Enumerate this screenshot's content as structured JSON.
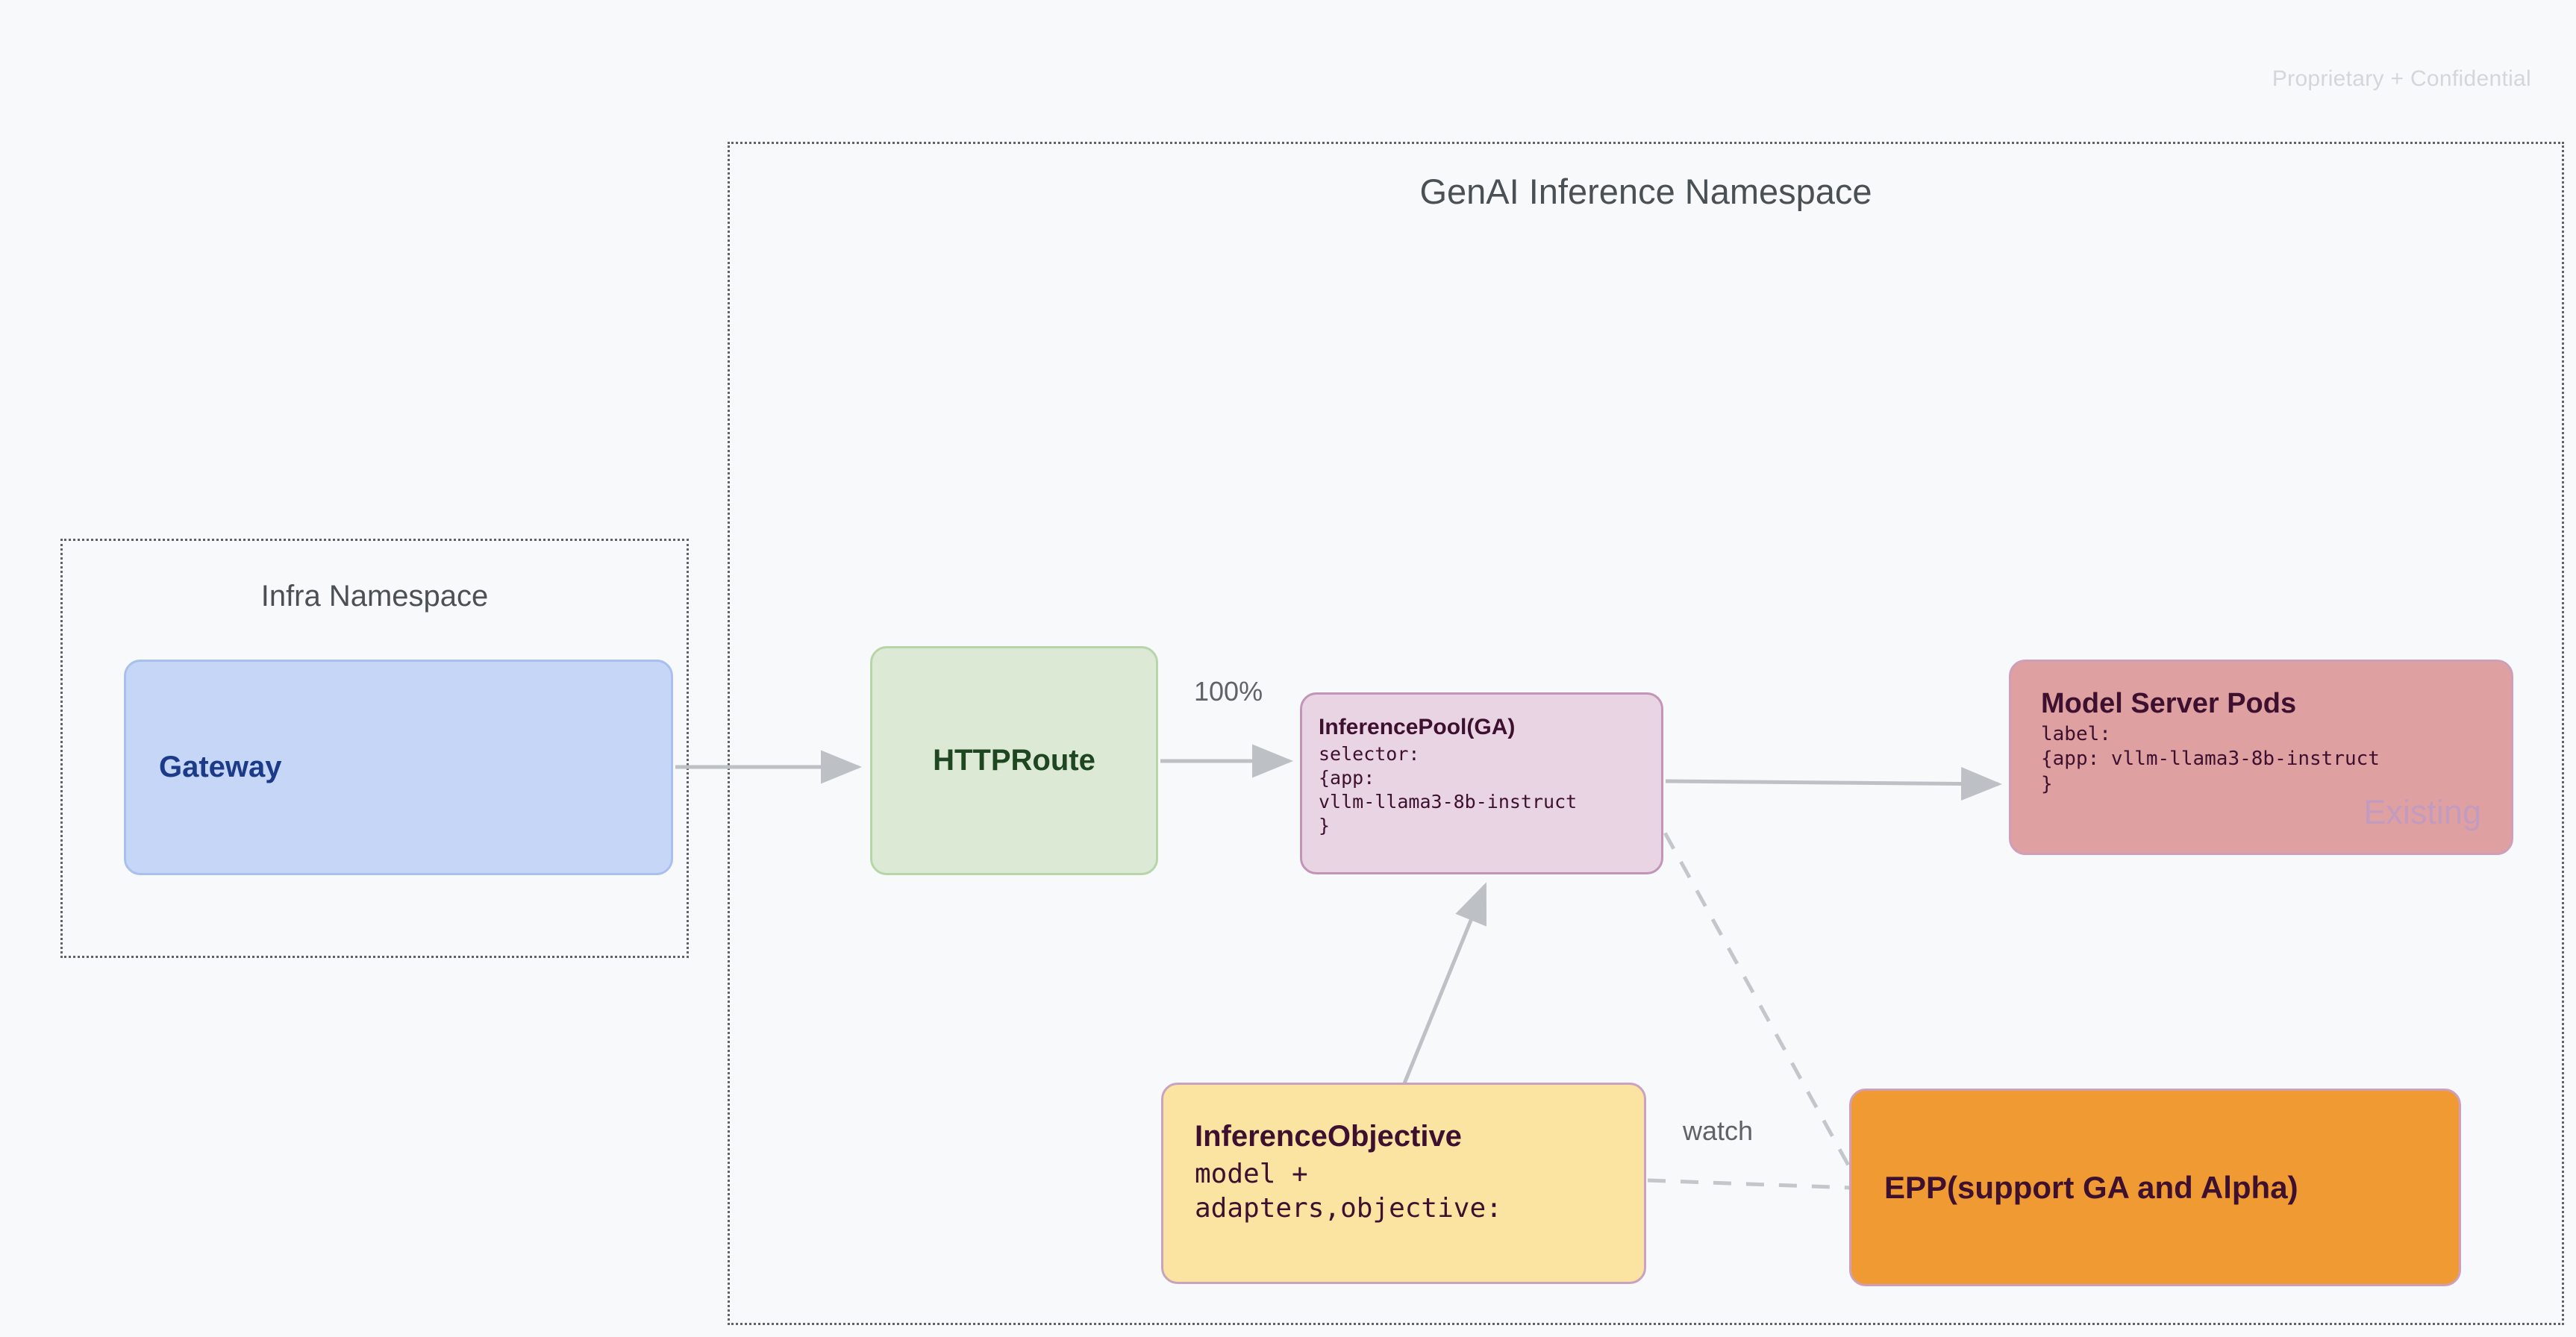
{
  "page": {
    "confidential_notice": "Proprietary + Confidential",
    "background_color": "#f7f9fb"
  },
  "namespaces": [
    {
      "id": "infra",
      "title": "Infra Namespace",
      "border_style": "dotted",
      "border_color": "#5f6368"
    },
    {
      "id": "genai",
      "title": "GenAI Inference Namespace",
      "border_style": "dotted",
      "border_color": "#5f6368"
    }
  ],
  "nodes": {
    "gateway": {
      "title": "Gateway",
      "fill": "#c5d6f7",
      "stroke": "#a9bfee",
      "text_color": "#1b3a87"
    },
    "httproute": {
      "title": "HTTPRoute",
      "fill": "#dce9d5",
      "stroke": "#b7d5a8",
      "text_color": "#1e4620"
    },
    "inferencepool": {
      "title": "InferencePool(GA)",
      "body": "selector:\n{app:\nvllm-llama3-8b-instruct\n}",
      "fill": "#e8d4e2",
      "stroke": "#c295b7",
      "text_color": "#3d1030"
    },
    "modelpods": {
      "title": "Model Server Pods",
      "body": "label:\n{app: vllm-llama3-8b-instruct\n}",
      "stamp": "Existing",
      "fill": "#dea0a0",
      "stroke": "#cf9fb9",
      "text_color": "#3d1030",
      "stamp_color": "#c39bbe"
    },
    "inferenceobjective": {
      "title": "InferenceObjective",
      "body": "model +\nadapters,objective:",
      "fill": "#fbe3a2",
      "stroke": "#c9a2c0",
      "text_color": "#3d1030"
    },
    "epp": {
      "title": "EPP(support GA and Alpha)",
      "fill": "#ef9a33",
      "stroke": "#cf9fb9",
      "text_color": "#3d1030"
    }
  },
  "edges": [
    {
      "id": "gateway-to-httproute",
      "label": "",
      "style": "solid"
    },
    {
      "id": "httproute-to-inferencepool",
      "label": "100%",
      "style": "solid"
    },
    {
      "id": "inferencepool-to-modelpods",
      "label": "",
      "style": "solid"
    },
    {
      "id": "inferenceobjective-to-inferencepool",
      "label": "",
      "style": "solid"
    },
    {
      "id": "inferencepool-to-epp",
      "label": "",
      "style": "dashed"
    },
    {
      "id": "inferenceobjective-to-epp",
      "label": "watch",
      "style": "dashed"
    }
  ],
  "edge_labels": {
    "traffic_weight": "100%",
    "watch": "watch"
  }
}
